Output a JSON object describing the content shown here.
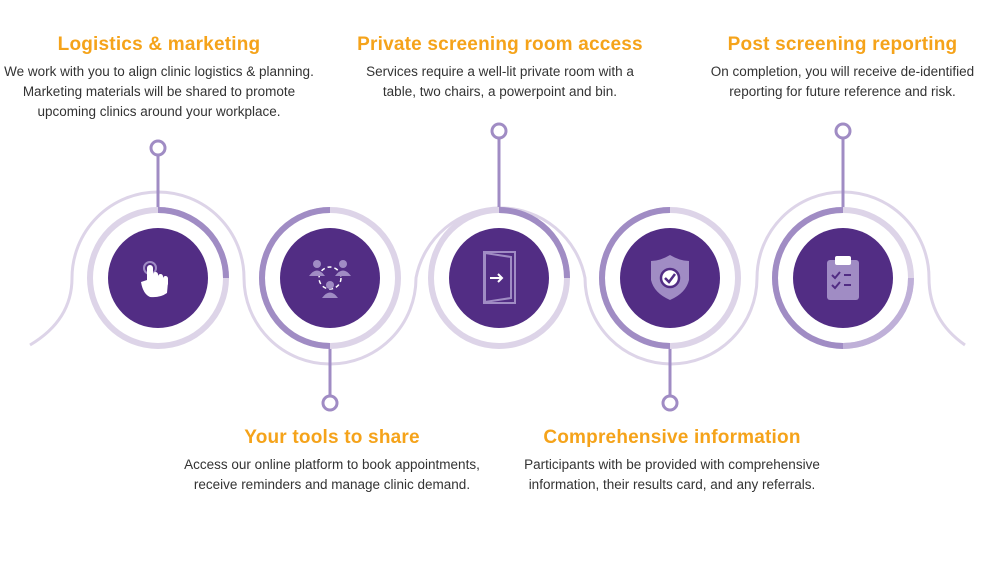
{
  "colors": {
    "accent": "#f5a31a",
    "purple_dark": "#522d84",
    "purple_mid": "#a08cc4",
    "purple_light": "#ddd4e8"
  },
  "steps": [
    {
      "title": "Logistics & marketing",
      "description": "We work with you to align clinic logistics & planning. Marketing materials will be shared to promote upcoming clinics around your workplace.",
      "icon": "hand-pointer-icon"
    },
    {
      "title": "Your tools to share",
      "description": "Access our online platform to book appointments, receive reminders and manage clinic demand.",
      "icon": "people-network-icon"
    },
    {
      "title": "Private screening room access",
      "description": "Services require a well-lit private room with a table, two chairs, a powerpoint and bin.",
      "icon": "door-icon"
    },
    {
      "title": "Comprehensive information",
      "description": "Participants with be provided with comprehensive information, their results card, and any referrals.",
      "icon": "shield-check-icon"
    },
    {
      "title": "Post screening reporting",
      "description": "On completion, you will receive de-identified reporting for future reference and risk.",
      "icon": "clipboard-checklist-icon"
    }
  ]
}
